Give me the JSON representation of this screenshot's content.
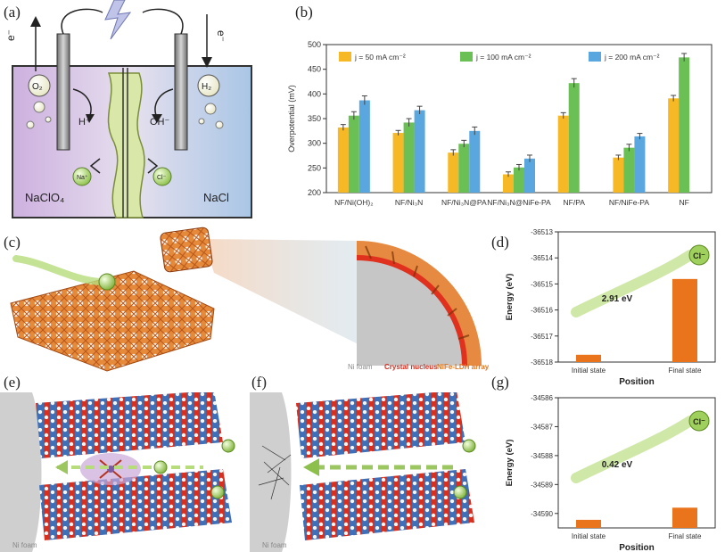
{
  "panels": {
    "a": "(a)",
    "b": "(b)",
    "c": "(c)",
    "d": "(d)",
    "e": "(e)",
    "f": "(f)",
    "g": "(g)"
  },
  "cell": {
    "electron_left": "e⁻",
    "electron_right": "e⁻",
    "o2": "O₂",
    "h2": "H₂",
    "h_plus": "H⁺",
    "oh_minus": "OH⁻",
    "na_plus": "Na⁺",
    "cl_minus": "Cl⁻",
    "naclo4": "NaClO₄",
    "nacl": "NaCl",
    "colors": {
      "left_bath": "#d9c4e6",
      "right_bath": "#b7cfe9",
      "electrode": "#9a9a9a"
    }
  },
  "structure": {
    "ni_foam": "Ni foam",
    "crystal_nucleus": "Crystal nucleus",
    "ldh_array": "NiFe-LDH array",
    "colors": {
      "foam": "#d9762a",
      "nucleus": "#e0301e",
      "ldh": "#e0761f"
    }
  },
  "ef": {
    "ni_foam_e": "Ni foam",
    "ni_foam_f": "Ni foam"
  },
  "chart_data": [
    {
      "type": "bar",
      "ylabel": "Overpotential (mV)",
      "ylim": [
        200,
        500
      ],
      "yticks": [
        200,
        250,
        300,
        350,
        400,
        450,
        500
      ],
      "legend_position": "top",
      "categories": [
        "NF/Ni(OH)₂",
        "NF/Ni₃N",
        "NF/Ni₃N@PA",
        "NF/Ni₃N@NiFe-PA",
        "NF/PA",
        "NF/NiFe-PA",
        "NF"
      ],
      "series": [
        {
          "name": "j = 50 mA cm⁻²",
          "color": "#f7b825",
          "values": [
            332,
            321,
            281,
            237,
            356,
            271,
            391
          ]
        },
        {
          "name": "j = 100 mA cm⁻²",
          "color": "#6abf55",
          "values": [
            356,
            342,
            299,
            251,
            422,
            291,
            474
          ]
        },
        {
          "name": "j = 200 mA cm⁻²",
          "color": "#5aa7e0",
          "values": [
            387,
            367,
            325,
            269,
            null,
            314,
            null
          ]
        }
      ],
      "errors": [
        [
          6,
          5,
          6,
          5,
          6,
          5,
          6
        ],
        [
          8,
          8,
          7,
          6,
          9,
          7,
          8
        ],
        [
          9,
          8,
          8,
          7,
          0,
          6,
          0
        ]
      ]
    },
    {
      "type": "bar",
      "ylabel": "Energy (eV)",
      "xlabel": "Position",
      "ylim": [
        -36518,
        -36513
      ],
      "yticks": [
        -36518,
        -36517,
        -36516,
        -36515,
        -36514,
        -36513
      ],
      "categories": [
        "Initial state",
        "Final state"
      ],
      "values": [
        -36517.72,
        -36514.81
      ],
      "bar_color": "#e9741c",
      "annotation": "2.91 eV",
      "ion": "Cl⁻"
    },
    {
      "type": "bar",
      "ylabel": "Energy (eV)",
      "xlabel": "Position",
      "ylim": [
        -34590.5,
        -34586
      ],
      "yticks": [
        -34590,
        -34589,
        -34588,
        -34587,
        -34586
      ],
      "categories": [
        "Initial state",
        "Final state"
      ],
      "values": [
        -34590.22,
        -34589.8
      ],
      "bar_color": "#e9741c",
      "annotation": "0.42 eV",
      "ion": "Cl⁻"
    }
  ]
}
